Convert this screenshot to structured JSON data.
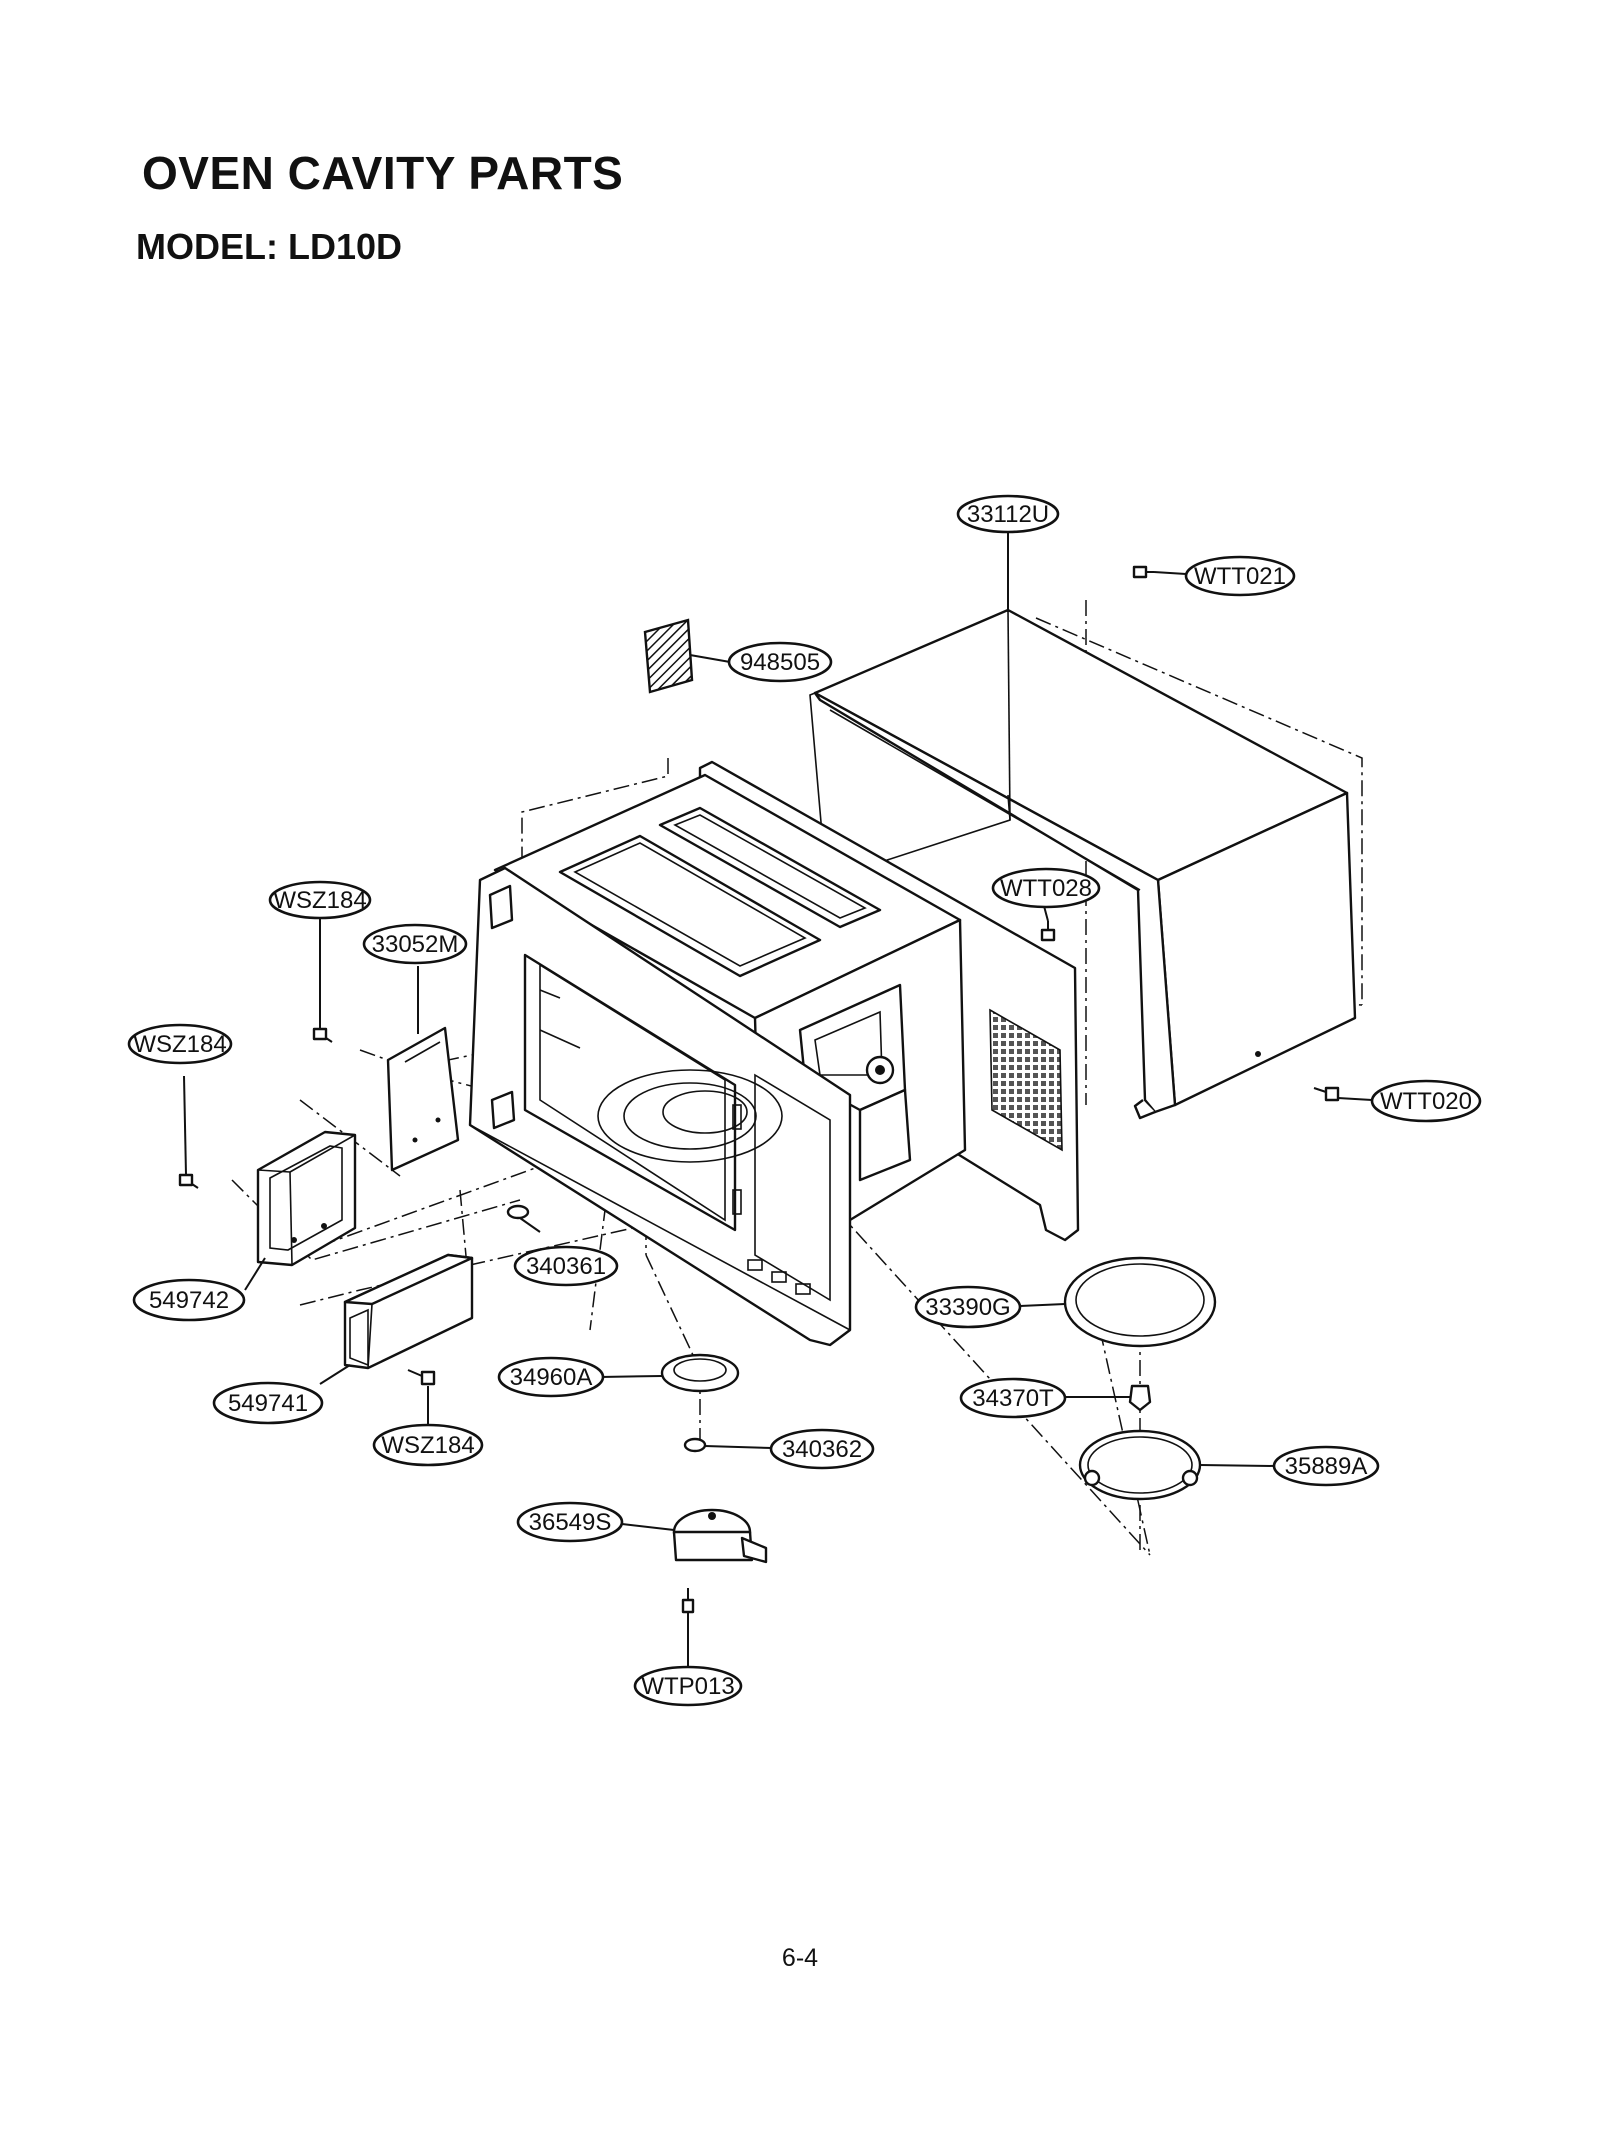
{
  "page": {
    "title": "OVEN CAVITY PARTS",
    "model_line": "MODEL: LD10D",
    "page_number": "6-4"
  },
  "callouts": [
    {
      "id": "33112U",
      "label": "33112U"
    },
    {
      "id": "WTT021",
      "label": "WTT021"
    },
    {
      "id": "948505",
      "label": "948505"
    },
    {
      "id": "WTT028",
      "label": "WTT028"
    },
    {
      "id": "WSZ184-a",
      "label": "WSZ184"
    },
    {
      "id": "33052M",
      "label": "33052M"
    },
    {
      "id": "WSZ184-b",
      "label": "WSZ184"
    },
    {
      "id": "WTT020",
      "label": "WTT020"
    },
    {
      "id": "340361",
      "label": "340361"
    },
    {
      "id": "549742",
      "label": "549742"
    },
    {
      "id": "33390G",
      "label": "33390G"
    },
    {
      "id": "34960A",
      "label": "34960A"
    },
    {
      "id": "34370T",
      "label": "34370T"
    },
    {
      "id": "549741",
      "label": "549741"
    },
    {
      "id": "340362",
      "label": "340362"
    },
    {
      "id": "35889A",
      "label": "35889A"
    },
    {
      "id": "WSZ184-c",
      "label": "WSZ184"
    },
    {
      "id": "36549S",
      "label": "36549S"
    },
    {
      "id": "WTP013",
      "label": "WTP013"
    }
  ]
}
